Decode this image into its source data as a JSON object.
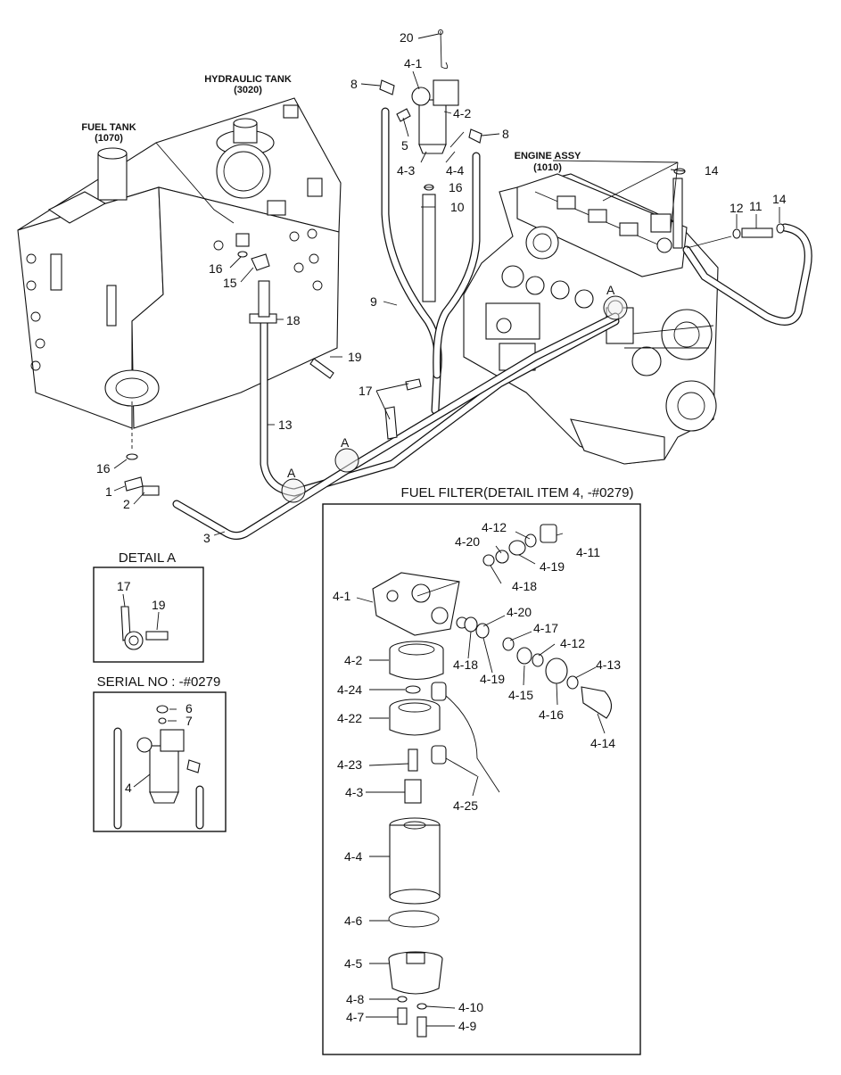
{
  "diagram": {
    "assemblies": {
      "fuel_tank": {
        "name": "FUEL TANK",
        "code": "(1070)"
      },
      "hydraulic_tank": {
        "name": "HYDRAULIC TANK",
        "code": "(3020)"
      },
      "engine_assy": {
        "name": "ENGINE ASSY",
        "code": "(1010)"
      }
    },
    "main_labels": {
      "p20": "20",
      "p4_1": "4-1",
      "p8a": "8",
      "p4_2": "4-2",
      "p5": "5",
      "p8b": "8",
      "p4_3": "4-3",
      "p4_4": "4-4",
      "p16a": "16",
      "p10": "10",
      "p14a": "14",
      "p12": "12",
      "p11": "11",
      "p14b": "14",
      "p16b": "16",
      "p15": "15",
      "p9": "9",
      "p18": "18",
      "pA1": "A",
      "p19": "19",
      "p17": "17",
      "p13": "13",
      "pA2": "A",
      "pA3": "A",
      "p16c": "16",
      "p1": "1",
      "p2": "2",
      "p3": "3"
    },
    "detail_a": {
      "title": "DETAIL  A",
      "p17": "17",
      "p19": "19"
    },
    "serial": {
      "title": "SERIAL NO : -#0279",
      "p6": "6",
      "p7": "7",
      "p4": "4"
    },
    "fuel_filter": {
      "title": "FUEL FILTER(DETAIL ITEM 4, -#0279)",
      "labels": {
        "f4_12a": "4-12",
        "f4_20a": "4-20",
        "f4_11": "4-11",
        "f4_19a": "4-19",
        "f4_18a": "4-18",
        "f4_1": "4-1",
        "f4_20b": "4-20",
        "f4_17": "4-17",
        "f4_12b": "4-12",
        "f4_18b": "4-18",
        "f4_2": "4-2",
        "f4_13": "4-13",
        "f4_19b": "4-19",
        "f4_15": "4-15",
        "f4_24": "4-24",
        "f4_16": "4-16",
        "f4_22": "4-22",
        "f4_14": "4-14",
        "f4_23": "4-23",
        "f4_3": "4-3",
        "f4_25": "4-25",
        "f4_4": "4-4",
        "f4_6": "4-6",
        "f4_5": "4-5",
        "f4_8": "4-8",
        "f4_10": "4-10",
        "f4_7": "4-7",
        "f4_9": "4-9"
      }
    }
  }
}
